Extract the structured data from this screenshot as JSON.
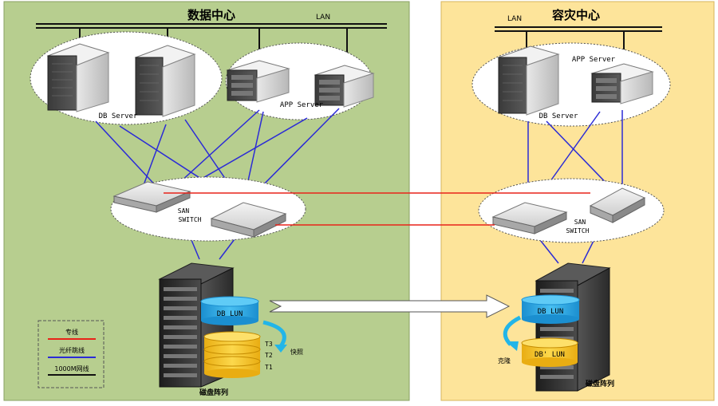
{
  "left_site": {
    "title": "数据中心",
    "lan_label": "LAN",
    "db_server_label": "DB Server",
    "app_server_label": "APP Server",
    "san_switch_label_1": "SAN",
    "san_switch_label_2": "SWITCH",
    "storage": {
      "db_lun_label": "DB LUN",
      "snapshot_tiers": [
        "T3",
        "T2",
        "T1"
      ],
      "snapshot_label": "快照",
      "array_label": "磁盘阵列"
    }
  },
  "right_site": {
    "title": "容灾中心",
    "lan_label": "LAN",
    "db_server_label": "DB Server",
    "app_server_label": "APP Server",
    "san_switch_label_1": "SAN",
    "san_switch_label_2": "SWITCH",
    "storage": {
      "db_lun_label": "DB LUN",
      "clone_lun_label": "DB' LUN",
      "clone_label": "克隆",
      "array_label": "磁盘阵列"
    }
  },
  "legend": {
    "items": [
      {
        "label": "专线",
        "color": "#e8231a"
      },
      {
        "label": "光纤跳线",
        "color": "#2b2bd6"
      },
      {
        "label": "1000M网线",
        "color": "#111111"
      }
    ]
  },
  "colors": {
    "left_bg": "#b7ce8f",
    "right_bg": "#fde49a",
    "fiber": "#2b2bd6",
    "leased_line": "#e8231a",
    "lun_blue": "#22a7e8",
    "lun_yellow": "#f7c523",
    "arrow_cyan": "#22b5e8"
  }
}
